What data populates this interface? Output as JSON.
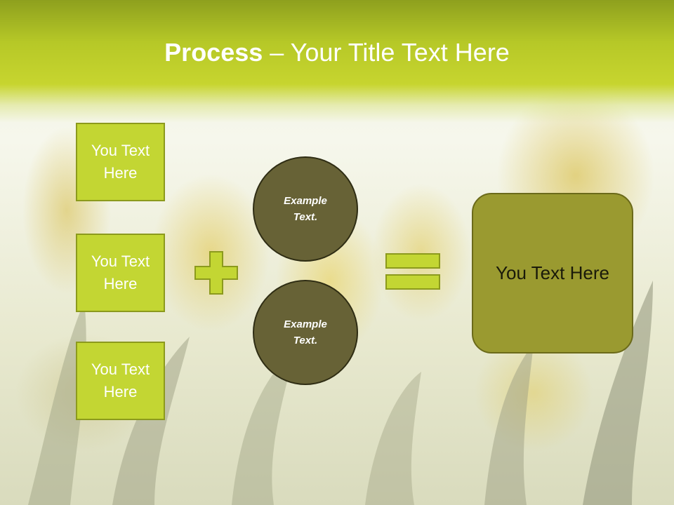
{
  "slide": {
    "title_bold": "Process",
    "title_rest": " – Your Title Text Here",
    "boxes": [
      {
        "label": "You Text Here"
      },
      {
        "label": "You Text Here"
      },
      {
        "label": "You Text Here"
      }
    ],
    "circles": [
      {
        "label": "Example Text."
      },
      {
        "label": "Example Text."
      }
    ],
    "result": {
      "label": "You Text Here"
    }
  },
  "colors": {
    "header": "#b6c827",
    "box_fill": "#c3d633",
    "circle_fill": "#676236",
    "result_fill": "#9a9a30"
  }
}
